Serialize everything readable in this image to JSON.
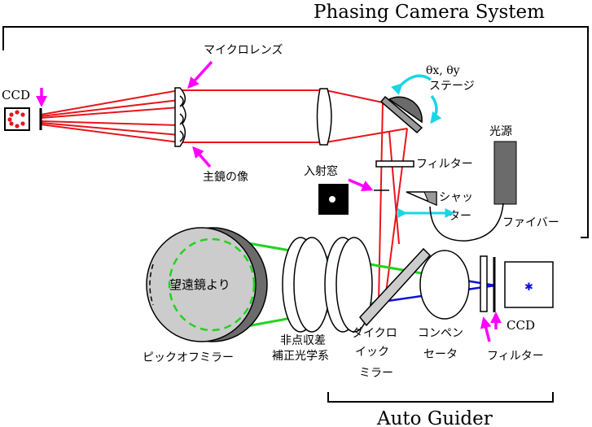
{
  "titles": {
    "phasing_system": "Phasing Camera System",
    "auto_guider": "Auto Guider"
  },
  "labels": {
    "ccd_left": "CCD",
    "microlens": "マイクロレンズ",
    "mirror_image": "主鏡の像",
    "stage_line1": "θx, θy",
    "stage_line2": "ステージ",
    "light_source": "光源",
    "filter_top": "フィルター",
    "entrance_window": "入射窓",
    "shutter_line1": "シャッ",
    "shutter_line2": "ター",
    "fiber": "ファイバー",
    "from_telescope": "望遠鏡より",
    "pickoff_mirror": "ピックオフミラー",
    "astig_line1": "非点収差",
    "astig_line2": "補正光学系",
    "dichroic_line1": "ダイクロ",
    "dichroic_line2": "イック",
    "dichroic_line3": "ミラー",
    "compensator_line1": "コンペン",
    "compensator_line2": "セータ",
    "ccd_right": "CCD",
    "filter_bottom": "フィルター"
  },
  "colors": {
    "red_path": "#e8141c",
    "green_path": "#1fd41f",
    "blue_path": "#1010d8",
    "magenta_arrow": "#ff00ff",
    "cyan_arrow": "#19d6e6",
    "gray_dark": "#6b6b6b",
    "gray_light": "#cccccc"
  }
}
